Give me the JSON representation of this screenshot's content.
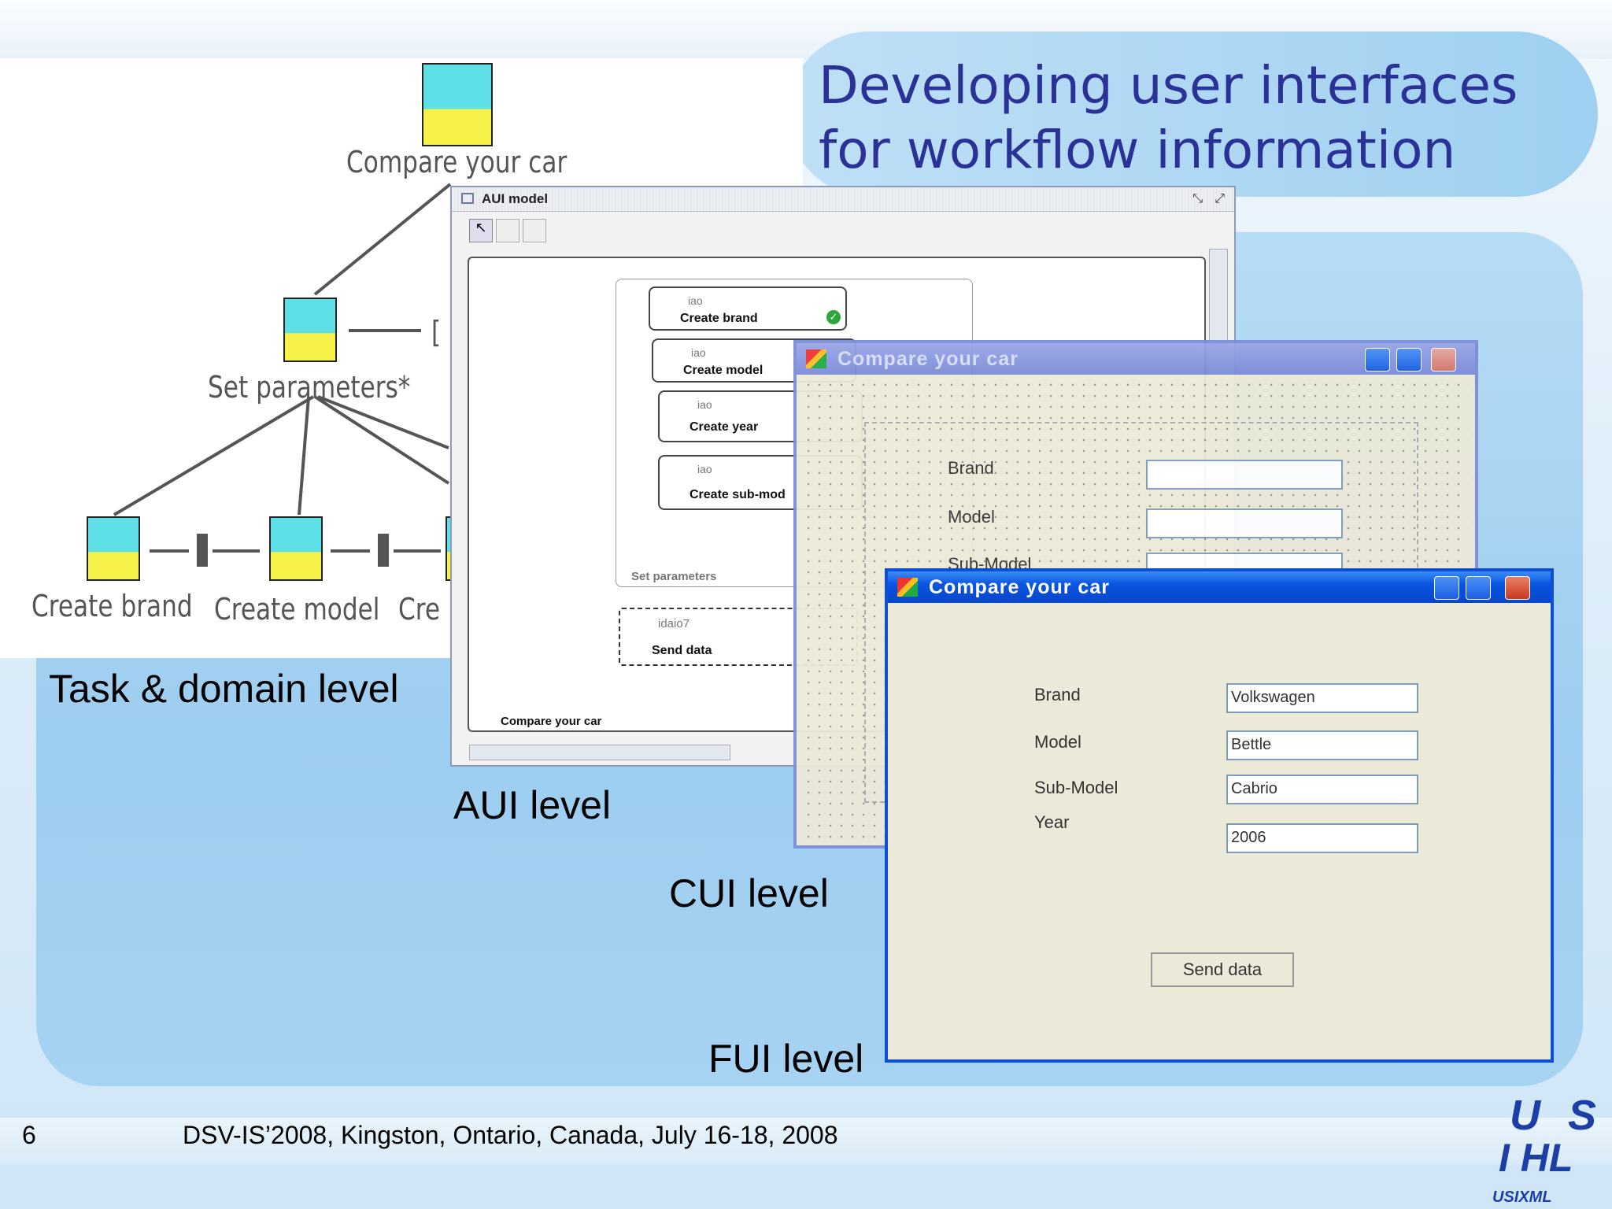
{
  "slide": {
    "title": "Developing user interfaces for workflow information systems",
    "number": "6",
    "footer": "DSV-IS’2008, Kingston, Ontario, Canada, July 16-18, 2008",
    "logo": {
      "top": "U S",
      "bottom": "I HL",
      "caption": "USIXML"
    }
  },
  "levels": {
    "task": "Task & domain level",
    "aui": "AUI level",
    "cui": "CUI level",
    "fui": "FUI level"
  },
  "task_tree": {
    "root": "Compare your car",
    "parent": "Set parameters*",
    "parent_operator": "[",
    "children": [
      "Create brand",
      "Create model",
      "Cre"
    ]
  },
  "aui_window": {
    "title": "AUI model",
    "container": "Compare your car",
    "group": "Set parameters",
    "index_label": "iao",
    "items": [
      "Create brand",
      "Create model",
      "Create year",
      "Create sub-mod"
    ],
    "send_index": "idaio7",
    "send_label": "Send data"
  },
  "cui_window": {
    "title": "Compare your car",
    "fields": [
      "Brand",
      "Model",
      "Sub-Model"
    ]
  },
  "fui_window": {
    "title": "Compare your car",
    "fields": [
      {
        "label": "Brand",
        "value": "Volkswagen"
      },
      {
        "label": "Model",
        "value": "Bettle"
      },
      {
        "label": "Sub-Model",
        "value": "Cabrio"
      },
      {
        "label": "Year",
        "value": "2006"
      }
    ],
    "button": "Send data"
  },
  "colors": {
    "title": "#2b3297",
    "panel": "#a6d3f2",
    "xp_blue": "#0a55e0"
  }
}
